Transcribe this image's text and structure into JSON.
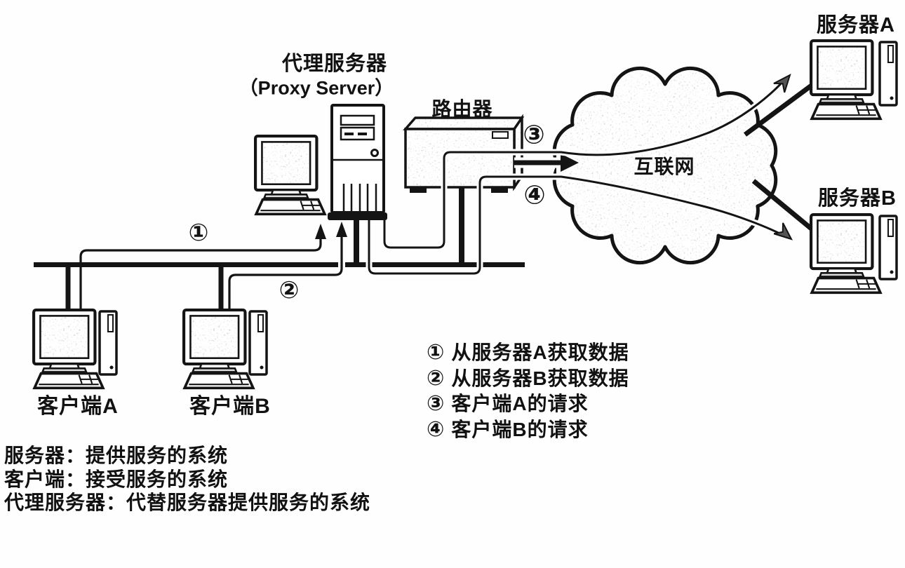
{
  "diagram": {
    "proxy_label_cn": "代理服务器",
    "proxy_label_en": "（Proxy Server）",
    "router_label": "路由器",
    "internet_label": "互联网",
    "server_a_label": "服务器A",
    "server_b_label": "服务器B",
    "client_a_label": "客户端A",
    "client_b_label": "客户端B",
    "marker_1": "①",
    "marker_2": "②",
    "marker_3": "③",
    "marker_4": "④"
  },
  "legend": {
    "items": [
      {
        "marker": "①",
        "text": "从服务器A获取数据"
      },
      {
        "marker": "②",
        "text": "从服务器B获取数据"
      },
      {
        "marker": "③",
        "text": "客户端A的请求"
      },
      {
        "marker": "④",
        "text": "客户端B的请求"
      }
    ]
  },
  "definitions": [
    "服务器：提供服务的系统",
    "客户端：接受服务的系统",
    "代理服务器：代替服务器提供服务的系统"
  ],
  "colors": {
    "line": "#161616",
    "background": "#ffffff",
    "texture_base": "#c9c9c9"
  }
}
